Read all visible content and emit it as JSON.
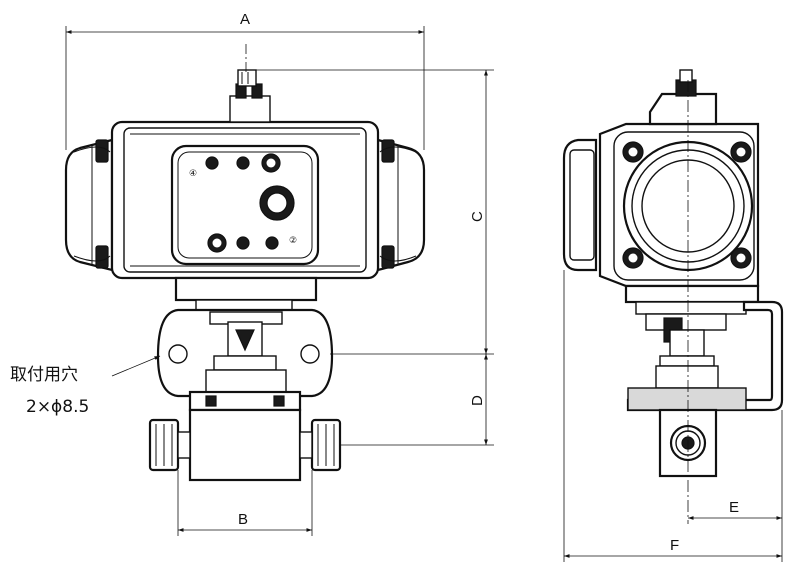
{
  "dimensions": {
    "A": "A",
    "B": "B",
    "C": "C",
    "D": "D",
    "E": "E",
    "F": "F"
  },
  "mounting_note": {
    "line1": "取付用穴",
    "line2": "2×ϕ8.5"
  }
}
